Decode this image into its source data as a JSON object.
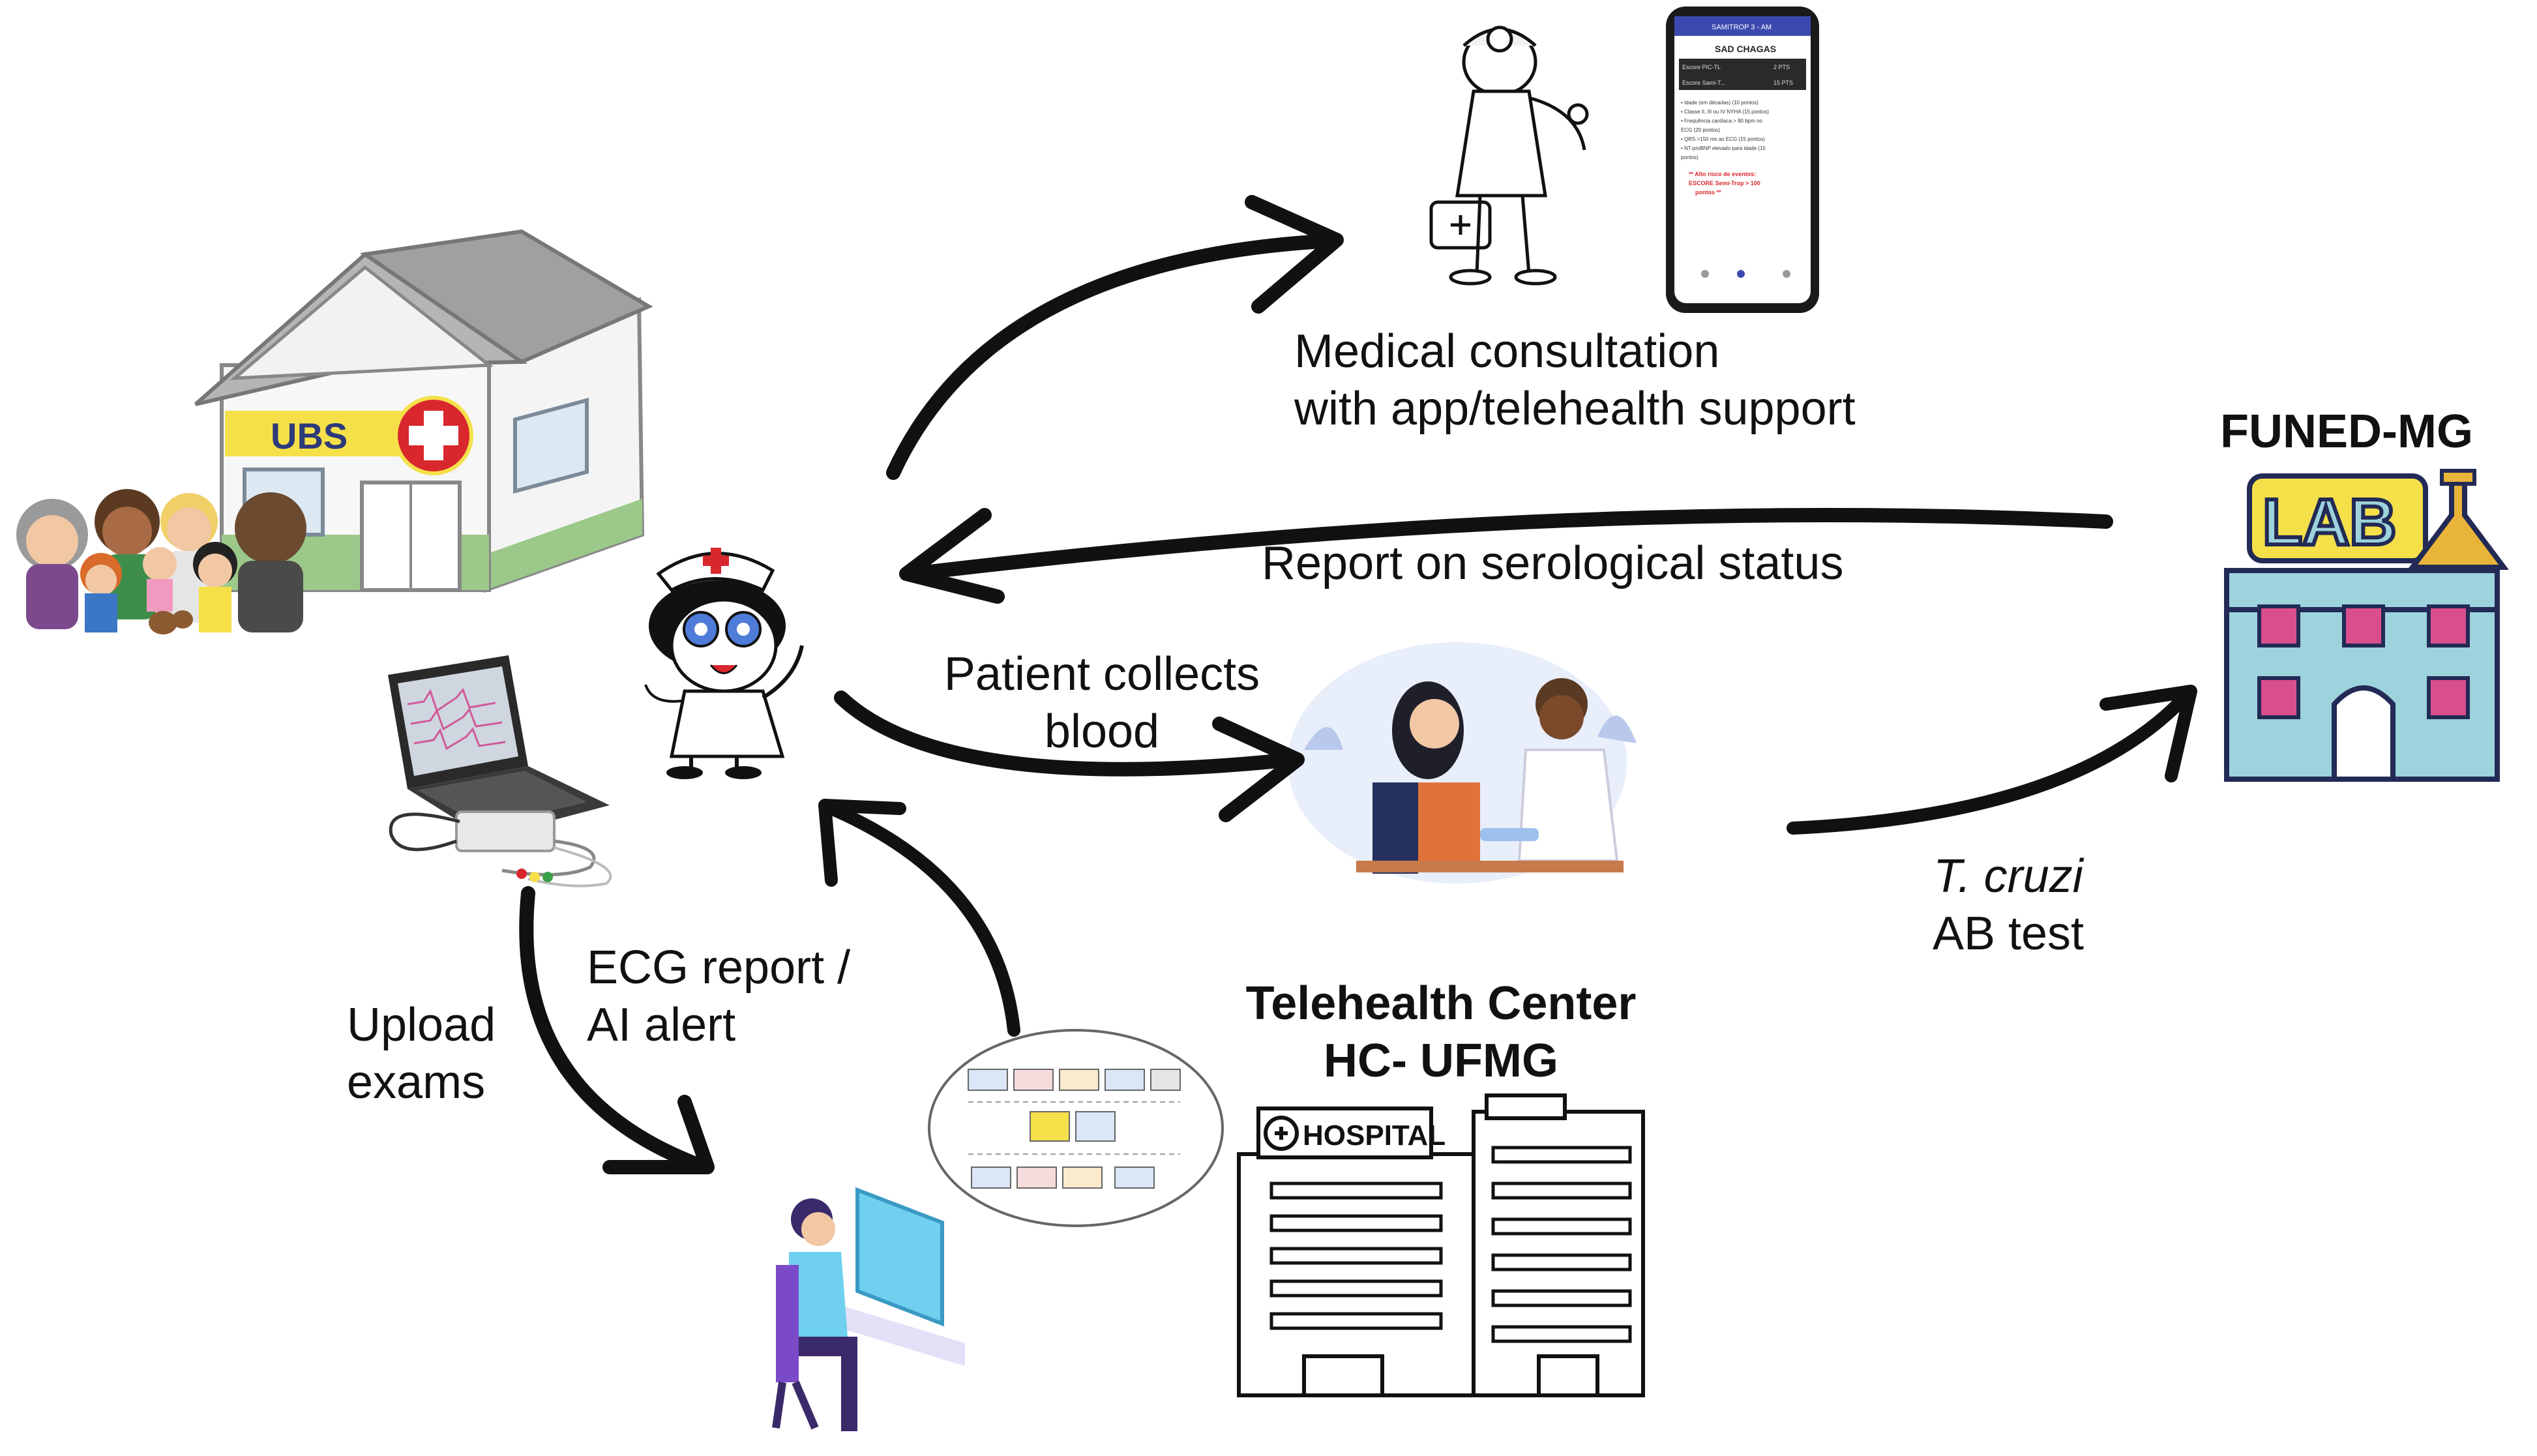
{
  "labels": {
    "medical_consultation_1": "Medical consultation",
    "medical_consultation_2": "with app/telehealth support",
    "report_serological": "Report  on serological status",
    "patient_collects_1": "Patient collects",
    "patient_collects_2": "blood",
    "ecg_report_1": "ECG report /",
    "ecg_report_2": "AI alert",
    "upload_1": "Upload",
    "upload_2": "exams",
    "tcruzi": "T. cruzi",
    "ab_test": "AB test",
    "funed": "FUNED-MG",
    "telehealth_1": "Telehealth Center",
    "telehealth_2": "HC- UFMG"
  },
  "ubs": {
    "sign": "UBS"
  },
  "lab": {
    "sign": "LAB"
  },
  "hospital": {
    "sign": "HOSPITAL"
  },
  "phone": {
    "header": "SAMITROP 3 - AM",
    "title": "SAD CHAGAS",
    "row1": "Escore PIC-TL",
    "row1_val": "2 PTS",
    "row2": "Escore Sami-T...",
    "row2_val": "15 PTS",
    "bullets": [
      "• Idade (em décadas) (10 pontos)",
      "• Classe II, III ou IV NYHA (15 pontos)",
      "• Frequência cardíaca > 90 bpm no",
      "  ECG (20 pontos)",
      "• QRS >150 ms ao ECG (15 pontos)",
      "• NT-proBNP elevado para idade (15",
      "  pontos)"
    ],
    "alert_1": "** Alto risco de eventos:",
    "alert_2": "ESCORE Semi-Trop > 100",
    "alert_3": "pontos **"
  },
  "colors": {
    "arrow": "#111111",
    "ubs_yellow": "#f5e04a",
    "ubs_red": "#d8272d",
    "roof_gray": "#a8a8a8",
    "house_green": "#9cc98a",
    "lab_yellow": "#f5e04a",
    "lab_blue": "#9dd3dc",
    "lab_pink": "#d94f8e",
    "lab_outline": "#222a55",
    "lab_flask": "#e9b43a"
  }
}
